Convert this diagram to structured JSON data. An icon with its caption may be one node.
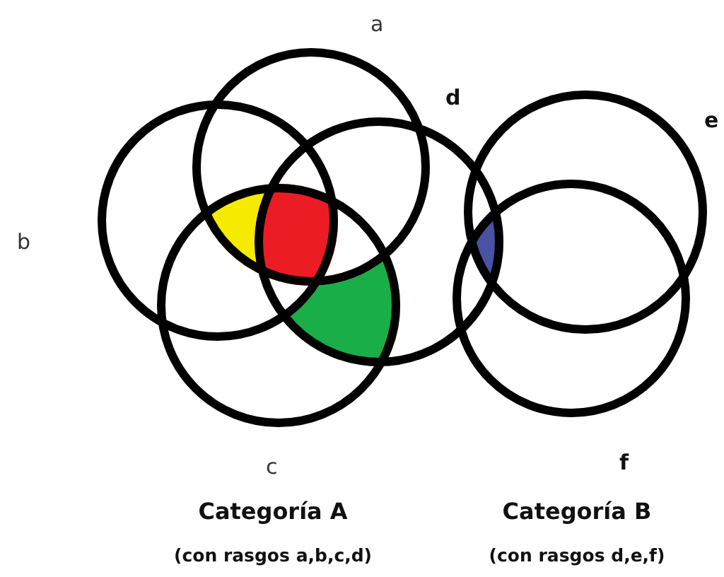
{
  "diagram": {
    "nodes": [
      {
        "text": [
          "a"
        ]
      },
      {
        "text": [
          "b"
        ]
      },
      {
        "text": [
          "c"
        ]
      },
      {
        "text": [
          "d"
        ]
      },
      {
        "text": [
          "e"
        ]
      },
      {
        "text": [
          "f"
        ]
      }
    ],
    "labels": [
      "Categoría A",
      "(con rasgos a,b,c,d)",
      "Categoría B",
      "(con rasgos d,e,f)"
    ]
  }
}
